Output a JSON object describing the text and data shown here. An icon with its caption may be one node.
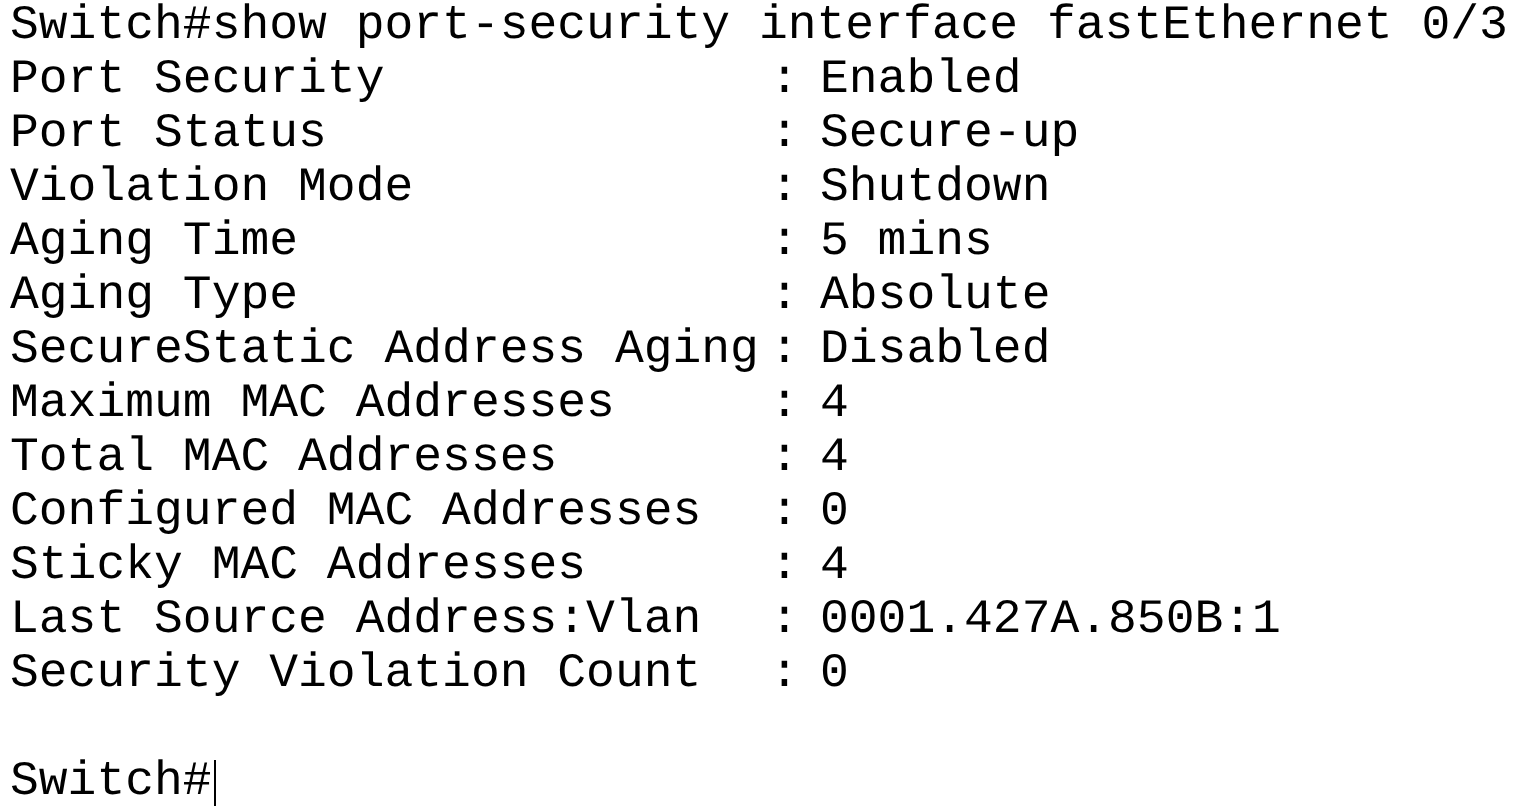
{
  "diagram": {
    "labels": [
      "Switch#show port-security interface fastEthernet 0/3",
      "Port Security",
      ":",
      "Enabled",
      "Port Status",
      ":",
      "Secure-up",
      "Violation Mode",
      ":",
      "Shutdown",
      "Aging Time",
      ":",
      "5 mins",
      "Aging Type",
      ":",
      "Absolute",
      "SecureStatic Address Aging",
      ":",
      "Disabled",
      "Maximum MAC Addresses",
      ":",
      "4",
      "Total MAC Addresses",
      ":",
      "4",
      "Configured MAC Addresses",
      ":",
      "0",
      "Sticky MAC Addresses",
      ":",
      "4",
      "Last Source Address:Vlan",
      ":",
      "0001.427A.850B:1",
      "Security Violation Count",
      ":",
      "0",
      "Switch#"
    ]
  }
}
